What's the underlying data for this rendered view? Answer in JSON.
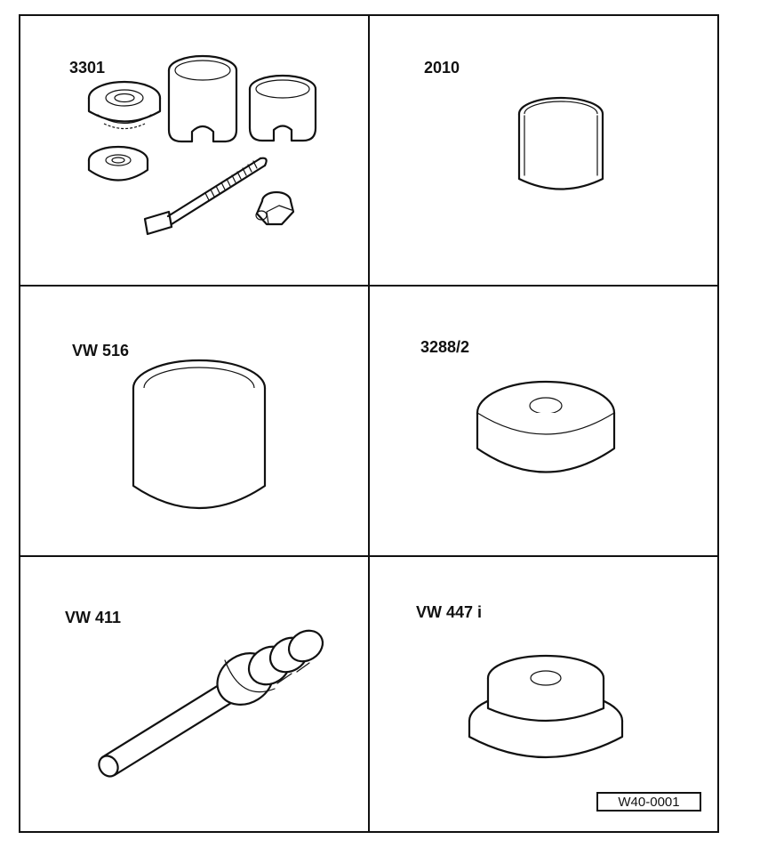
{
  "tools": [
    {
      "label": "3301"
    },
    {
      "label": "2010"
    },
    {
      "label": "VW 516"
    },
    {
      "label": "3288/2"
    },
    {
      "label": "VW 411"
    },
    {
      "label": "VW 447 i"
    }
  ],
  "reference_code": "W40-0001"
}
